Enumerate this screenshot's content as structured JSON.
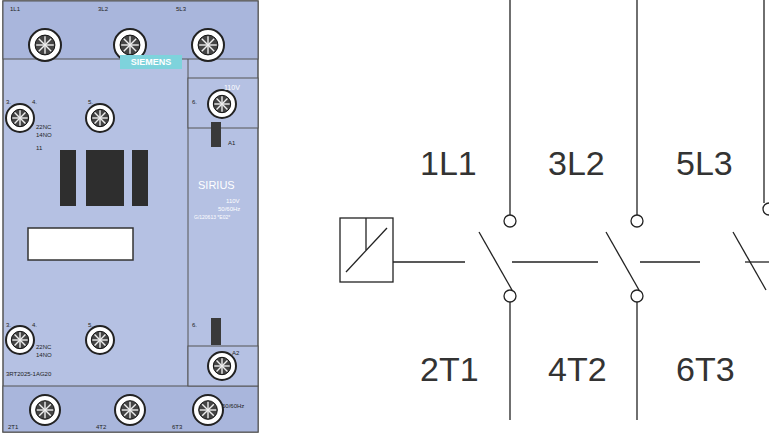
{
  "diagram": {
    "nodes": [
      {
        "text": [
          "SIEMENS"
        ]
      }
    ],
    "labels": [
      "1L1",
      "3L2",
      "5L3",
      "3.",
      "4.",
      "22NC",
      "14NO",
      "5.",
      "6.",
      "110V",
      "A1",
      "11",
      "SIRIUS",
      "110V",
      "50/60Hz",
      "G/120613 *E02*",
      "3.",
      "4.",
      "22NC",
      "14NO",
      "5.",
      "6.",
      "A2",
      "3RT2025-1AG20",
      "50/60Hz",
      "2T1",
      "4T2",
      "6T3",
      "1L1",
      "3L2",
      "5L3",
      "2T1",
      "4T2",
      "6T3"
    ]
  }
}
